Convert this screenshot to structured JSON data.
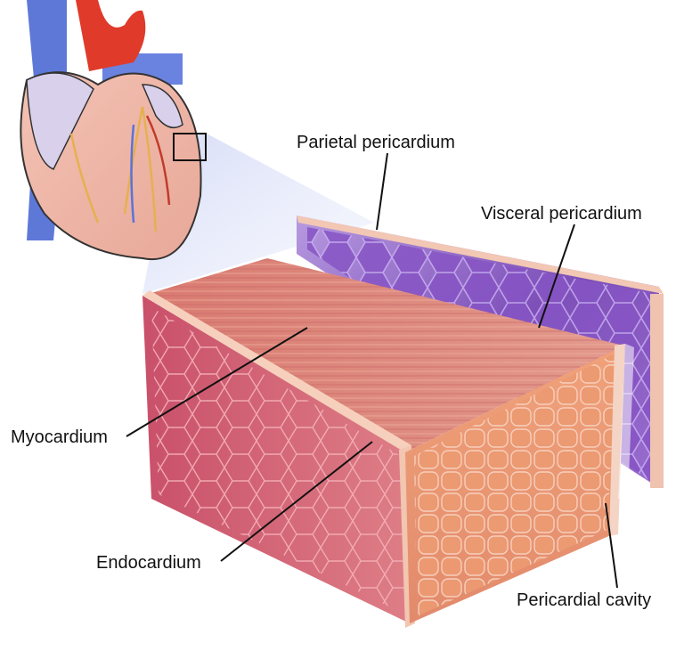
{
  "labels": {
    "parietal_pericardium": "Parietal pericardium",
    "visceral_pericardium": "Visceral pericardium",
    "myocardium": "Myocardium",
    "endocardium": "Endocardium",
    "pericardial_cavity": "Pericardial cavity"
  },
  "colors": {
    "pericardium_purple": "#8a5cc0",
    "myocardium_pink": "#d98a82",
    "muscle_cross_section": "#e79a72",
    "endocardium_face": "#c95c78",
    "aorta_red": "#e03a2a",
    "vein_blue": "#5b73d8"
  }
}
